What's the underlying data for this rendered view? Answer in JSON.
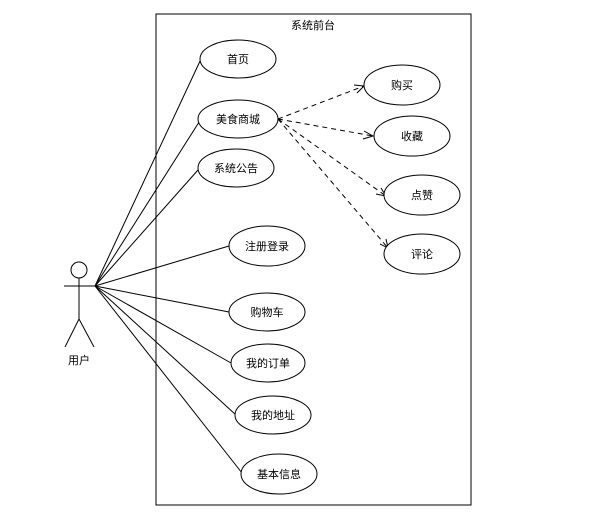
{
  "system": {
    "title": "系统前台"
  },
  "actor": {
    "name": "用户"
  },
  "use_cases": [
    {
      "id": "home",
      "label": "首页"
    },
    {
      "id": "food-mall",
      "label": "美食商城"
    },
    {
      "id": "announcement",
      "label": "系统公告"
    },
    {
      "id": "register-login",
      "label": "注册登录"
    },
    {
      "id": "cart",
      "label": "购物车"
    },
    {
      "id": "my-orders",
      "label": "我的订单"
    },
    {
      "id": "my-address",
      "label": "我的地址"
    },
    {
      "id": "basic-info",
      "label": "基本信息"
    },
    {
      "id": "buy",
      "label": "购买"
    },
    {
      "id": "favorite",
      "label": "收藏"
    },
    {
      "id": "like",
      "label": "点赞"
    },
    {
      "id": "comment",
      "label": "评论"
    }
  ]
}
